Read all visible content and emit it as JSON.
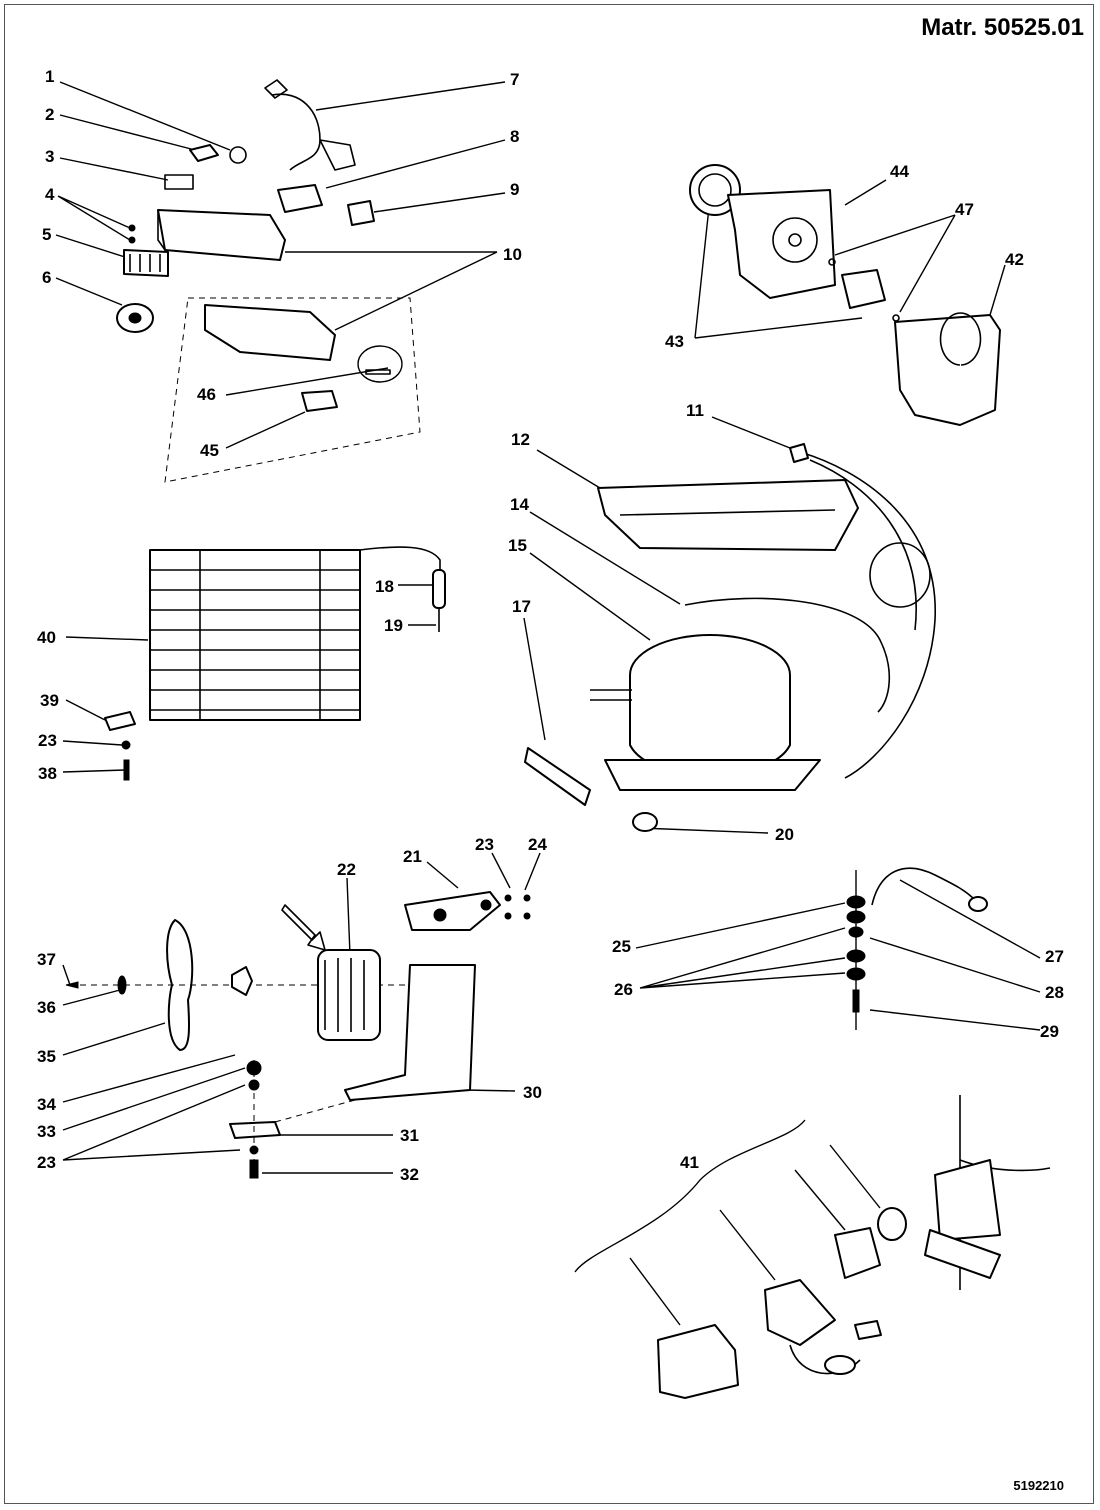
{
  "header": {
    "material_number": "Matr. 50525.01"
  },
  "footer": {
    "drawing_number": "5192210"
  },
  "callouts": {
    "c1": "1",
    "c2": "2",
    "c3": "3",
    "c4": "4",
    "c5": "5",
    "c6": "6",
    "c7": "7",
    "c8": "8",
    "c9": "9",
    "c10": "10",
    "c11": "11",
    "c12": "12",
    "c14": "14",
    "c15": "15",
    "c17": "17",
    "c18": "18",
    "c19": "19",
    "c20": "20",
    "c21": "21",
    "c22": "22",
    "c23a": "23",
    "c23b": "23",
    "c23c": "23",
    "c24": "24",
    "c25": "25",
    "c26": "26",
    "c27": "27",
    "c28": "28",
    "c29": "29",
    "c30": "30",
    "c31": "31",
    "c32": "32",
    "c33": "33",
    "c34": "34",
    "c35": "35",
    "c36": "36",
    "c37": "37",
    "c38": "38",
    "c39": "39",
    "c40": "40",
    "c41": "41",
    "c42": "42",
    "c43": "43",
    "c44": "44",
    "c45": "45",
    "c46": "46",
    "c47": "47"
  }
}
